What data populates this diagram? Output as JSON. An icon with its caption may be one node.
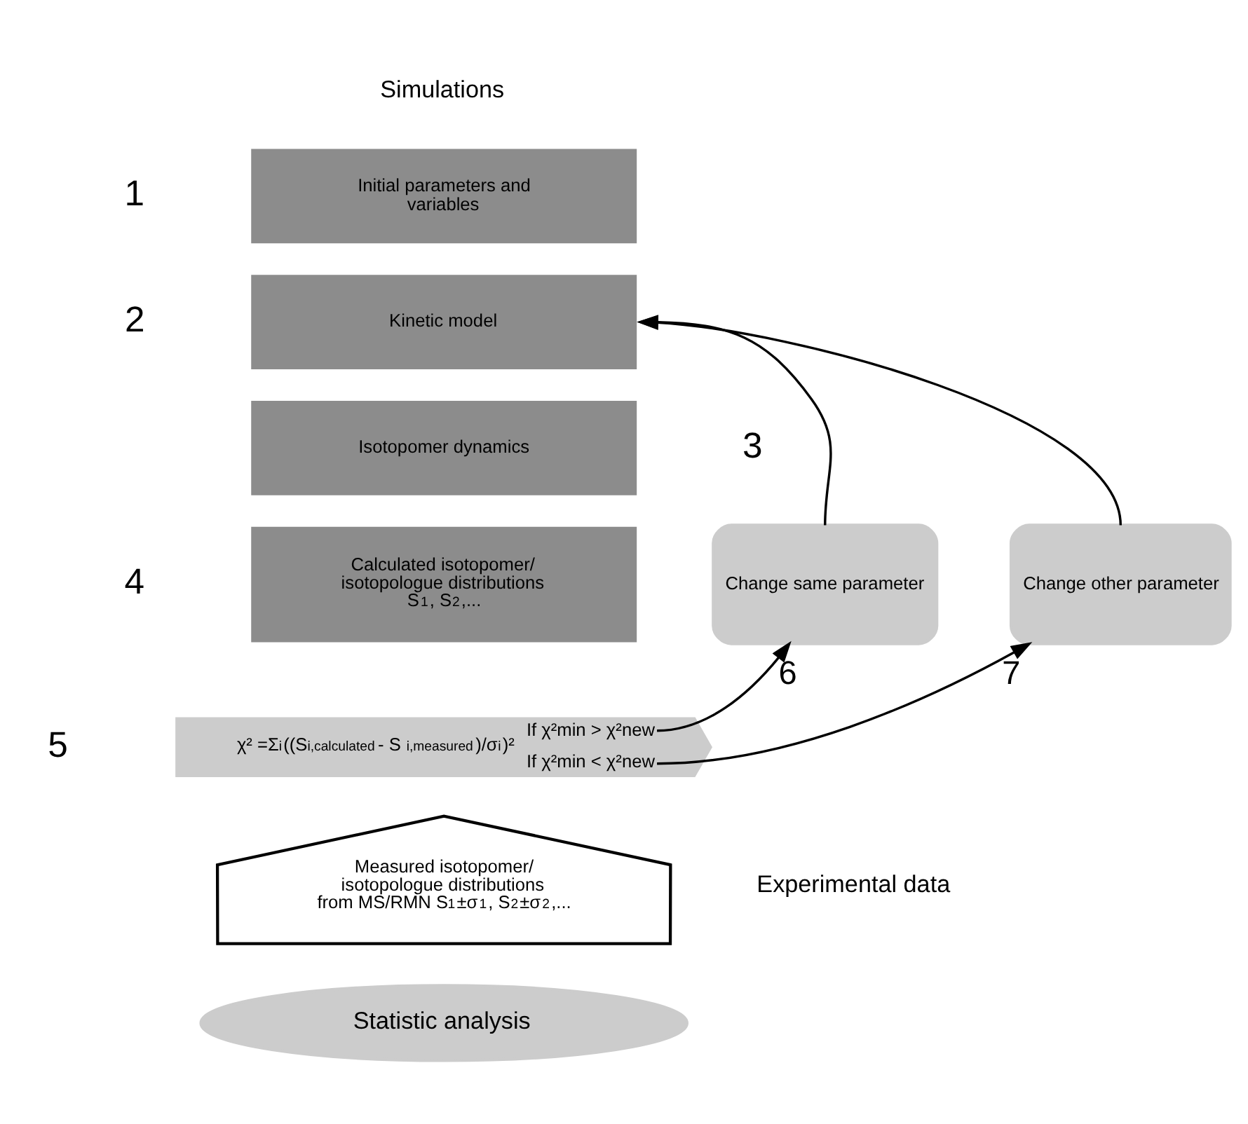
{
  "diagram": {
    "nodes": [
      {
        "text": [
          "Initial parameters and variables"
        ],
        "beside": [
          "1"
        ]
      },
      {
        "text": [
          "Kinetic model"
        ],
        "beside": [
          "2"
        ]
      },
      {
        "text": [
          "Isotopomer dynamics"
        ],
        "beside": [
          "3"
        ]
      },
      {
        "text": [
          "Calculated isotopomer/ isotopologue distributions S$_{1}$, S$_{2}$,..."
        ],
        "beside": [
          "4"
        ]
      },
      {
        "text": [
          "χ² =Σ$_{i}$((S$_{i,calculated}$ - S$_{i,measured}$)/σ$_{i}$)²",
          "If χ²min > χ²new",
          "If χ²min < χ²new"
        ],
        "beside": [
          "5"
        ]
      },
      {
        "text": [
          "Change same parameter"
        ]
      },
      {
        "text": [
          "Change other parameter"
        ]
      },
      {
        "text": [
          "Measured isotopomer/ isotopologue distributions from MS/RMN S$_{1}$±σ$_{1}$, S$_{2}$±σ$_{2}$,..."
        ],
        "beside": [
          "Experimental data"
        ]
      },
      {
        "text": [
          "Statistic analysis"
        ]
      }
    ],
    "edges": [
      {
        "from": 4,
        "to": 5,
        "arrow": "to",
        "label": "6"
      },
      {
        "from": 4,
        "to": 6,
        "arrow": "to",
        "label": "7"
      },
      {
        "from": 5,
        "to": 1,
        "arrow": "to"
      },
      {
        "from": 6,
        "to": 1,
        "arrow": "to"
      }
    ],
    "labels": [
      "Simulations"
    ]
  }
}
